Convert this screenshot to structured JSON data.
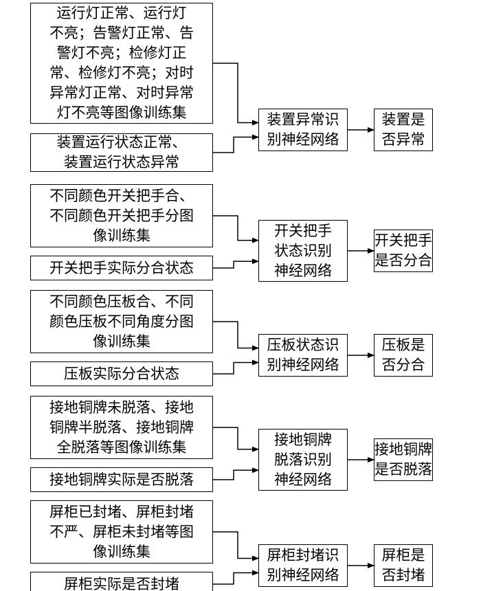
{
  "groups": [
    {
      "training_set": [
        "运行灯正常、运行灯",
        "不亮；告警灯正常、告",
        "警灯不亮；检修灯正",
        "常、检修灯不亮；对时",
        "异常灯正常、对时异常",
        "灯不亮等图像训练集"
      ],
      "actual_state": [
        "装置运行状态正常、",
        "装置运行状态异常"
      ],
      "network": [
        "装置异常识",
        "别神经网络"
      ],
      "result": [
        "装置是",
        "否异常"
      ]
    },
    {
      "training_set": [
        "不同颜色开关把手合、",
        "不同颜色开关把手分图",
        "像训练集"
      ],
      "actual_state": [
        "开关把手实际分合状态"
      ],
      "network": [
        "开关把手",
        "状态识别",
        "神经网络"
      ],
      "result": [
        "开关把手",
        "是否分合"
      ]
    },
    {
      "training_set": [
        "不同颜色压板合、不同",
        "颜色压板不同角度分图",
        "像训练集"
      ],
      "actual_state": [
        "压板实际分合状态"
      ],
      "network": [
        "压板状态识",
        "别神经网络"
      ],
      "result": [
        "压板是",
        "否分合"
      ]
    },
    {
      "training_set": [
        "接地铜牌未脱落、接地",
        "铜牌半脱落、接地铜牌",
        "全脱落等图像训练集"
      ],
      "actual_state": [
        "接地铜牌实际是否脱落"
      ],
      "network": [
        "接地铜牌",
        "脱落识别",
        "神经网络"
      ],
      "result": [
        "接地铜牌",
        "是否脱落"
      ]
    },
    {
      "training_set": [
        "屏柜已封堵、屏柜封堵",
        "不严、屏柜未封堵等图",
        "像训练集"
      ],
      "actual_state": [
        "屏柜实际是否封堵"
      ],
      "network": [
        "屏柜封堵识",
        "别神经网络"
      ],
      "result": [
        "屏柜是",
        "否封堵"
      ]
    }
  ]
}
